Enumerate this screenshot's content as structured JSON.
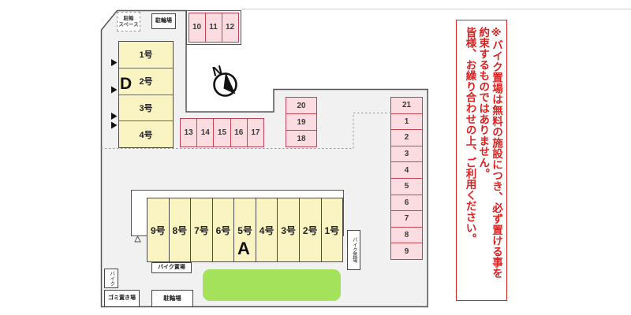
{
  "top_area": {
    "bike_space_line1": "駐輪",
    "bike_space_line2": "スペース",
    "bicycle_parking_label": "駐輪場"
  },
  "building_d": {
    "label": "D",
    "units": [
      "1号",
      "2号",
      "3号",
      "4号"
    ]
  },
  "building_a": {
    "label": "A",
    "units": [
      "9号",
      "8号",
      "7号",
      "6号",
      "5号",
      "4号",
      "3号",
      "2号",
      "1号"
    ]
  },
  "spaces": {
    "top": [
      "10",
      "11",
      "12"
    ],
    "mid": [
      "13",
      "14",
      "15",
      "16",
      "17"
    ],
    "stack": [
      "20",
      "19",
      "18"
    ],
    "column": [
      "21",
      "1",
      "2",
      "3",
      "4",
      "5",
      "6",
      "7",
      "8",
      "9"
    ]
  },
  "labels": {
    "bike_storage_side": "バイク置場",
    "bike_storage_bottom": "バイク置場",
    "bike_left": "バイク",
    "garbage": "ゴミ置き場",
    "bicycle_parking_bottom": "駐輪場"
  },
  "compass": {
    "north": "N"
  },
  "notice": {
    "line1": "※バイク置場は無料の施設につき、必ず置ける事を",
    "line2": "約束するものではありません。",
    "line3": "皆様、お繰り合わせの上、ご利用ください。"
  },
  "colors": {
    "lot_fill": "#f1f1f1",
    "lot_outline": "#555555",
    "space_pink": "#fadce1",
    "space_border": "#c64756",
    "unit_yellow": "#faf4c2",
    "green_area": "#a4e25c",
    "notice_red": "#dd2222"
  }
}
